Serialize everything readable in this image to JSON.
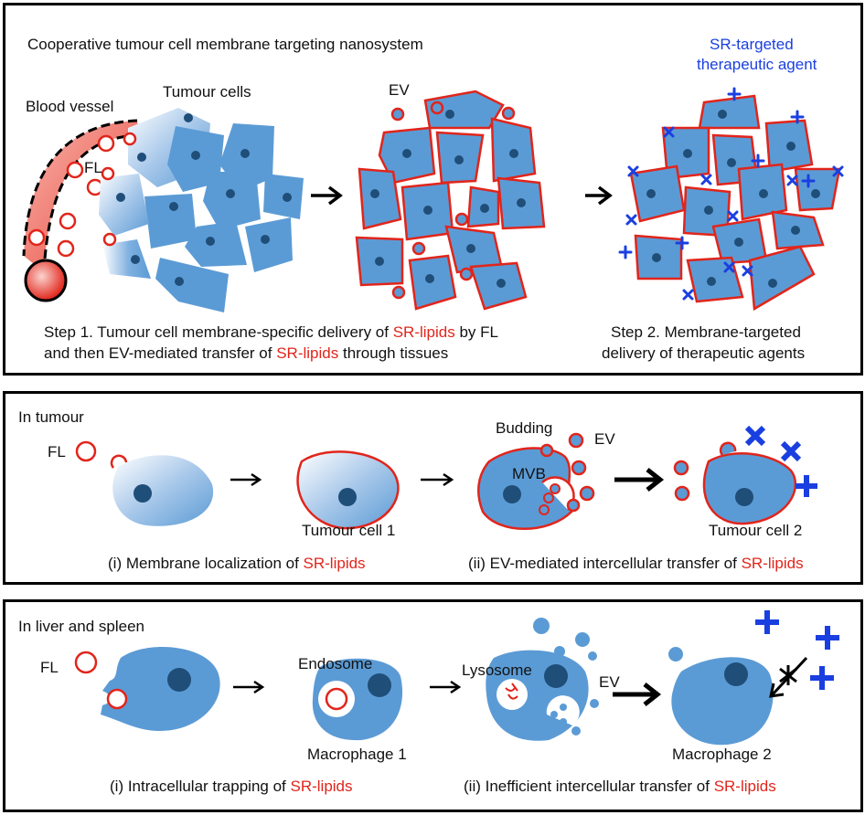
{
  "panel_top": {
    "title": "Cooperative tumour cell membrane targeting nanosystem",
    "blood_vessel": "Blood vessel",
    "tumour_cells": "Tumour cells",
    "fl": "FL",
    "ev": "EV",
    "agent_line1": "SR-targeted",
    "agent_line2": "therapeutic agent",
    "step1_a": "Step 1. Tumour cell membrane-specific delivery of ",
    "step1_b": "SR-lipids",
    "step1_c": " by FL",
    "step1_d": "and then EV-mediated transfer of ",
    "step1_e": "SR-lipids",
    "step1_f": " through tissues",
    "step2_a": "Step 2. Membrane-targeted",
    "step2_b": "delivery of therapeutic agents"
  },
  "panel_middle": {
    "title": "In tumour",
    "fl": "FL",
    "budding": "Budding",
    "ev": "EV",
    "mvb": "MVB",
    "cell1": "Tumour cell 1",
    "cell2": "Tumour cell 2",
    "cap_i_a": "(i) Membrane localization of ",
    "cap_i_b": "SR-lipids",
    "cap_ii_a": "(ii) EV-mediated intercellular transfer of ",
    "cap_ii_b": "SR-lipids"
  },
  "panel_bottom": {
    "title": "In liver and spleen",
    "fl": "FL",
    "endosome": "Endosome",
    "lysosome": "Lysosome",
    "ev": "EV",
    "mac1": "Macrophage 1",
    "mac2": "Macrophage 2",
    "cap_i_a": "(i) Intracellular trapping of ",
    "cap_i_b": "SR-lipids",
    "cap_ii_a": "(ii) Inefficient intercellular transfer of ",
    "cap_ii_b": "SR-lipids"
  },
  "colors": {
    "cell": "#5b9bd5",
    "nucleus": "#1f4e79",
    "membrane": "#e1251b",
    "agent": "#1a3fe0"
  }
}
